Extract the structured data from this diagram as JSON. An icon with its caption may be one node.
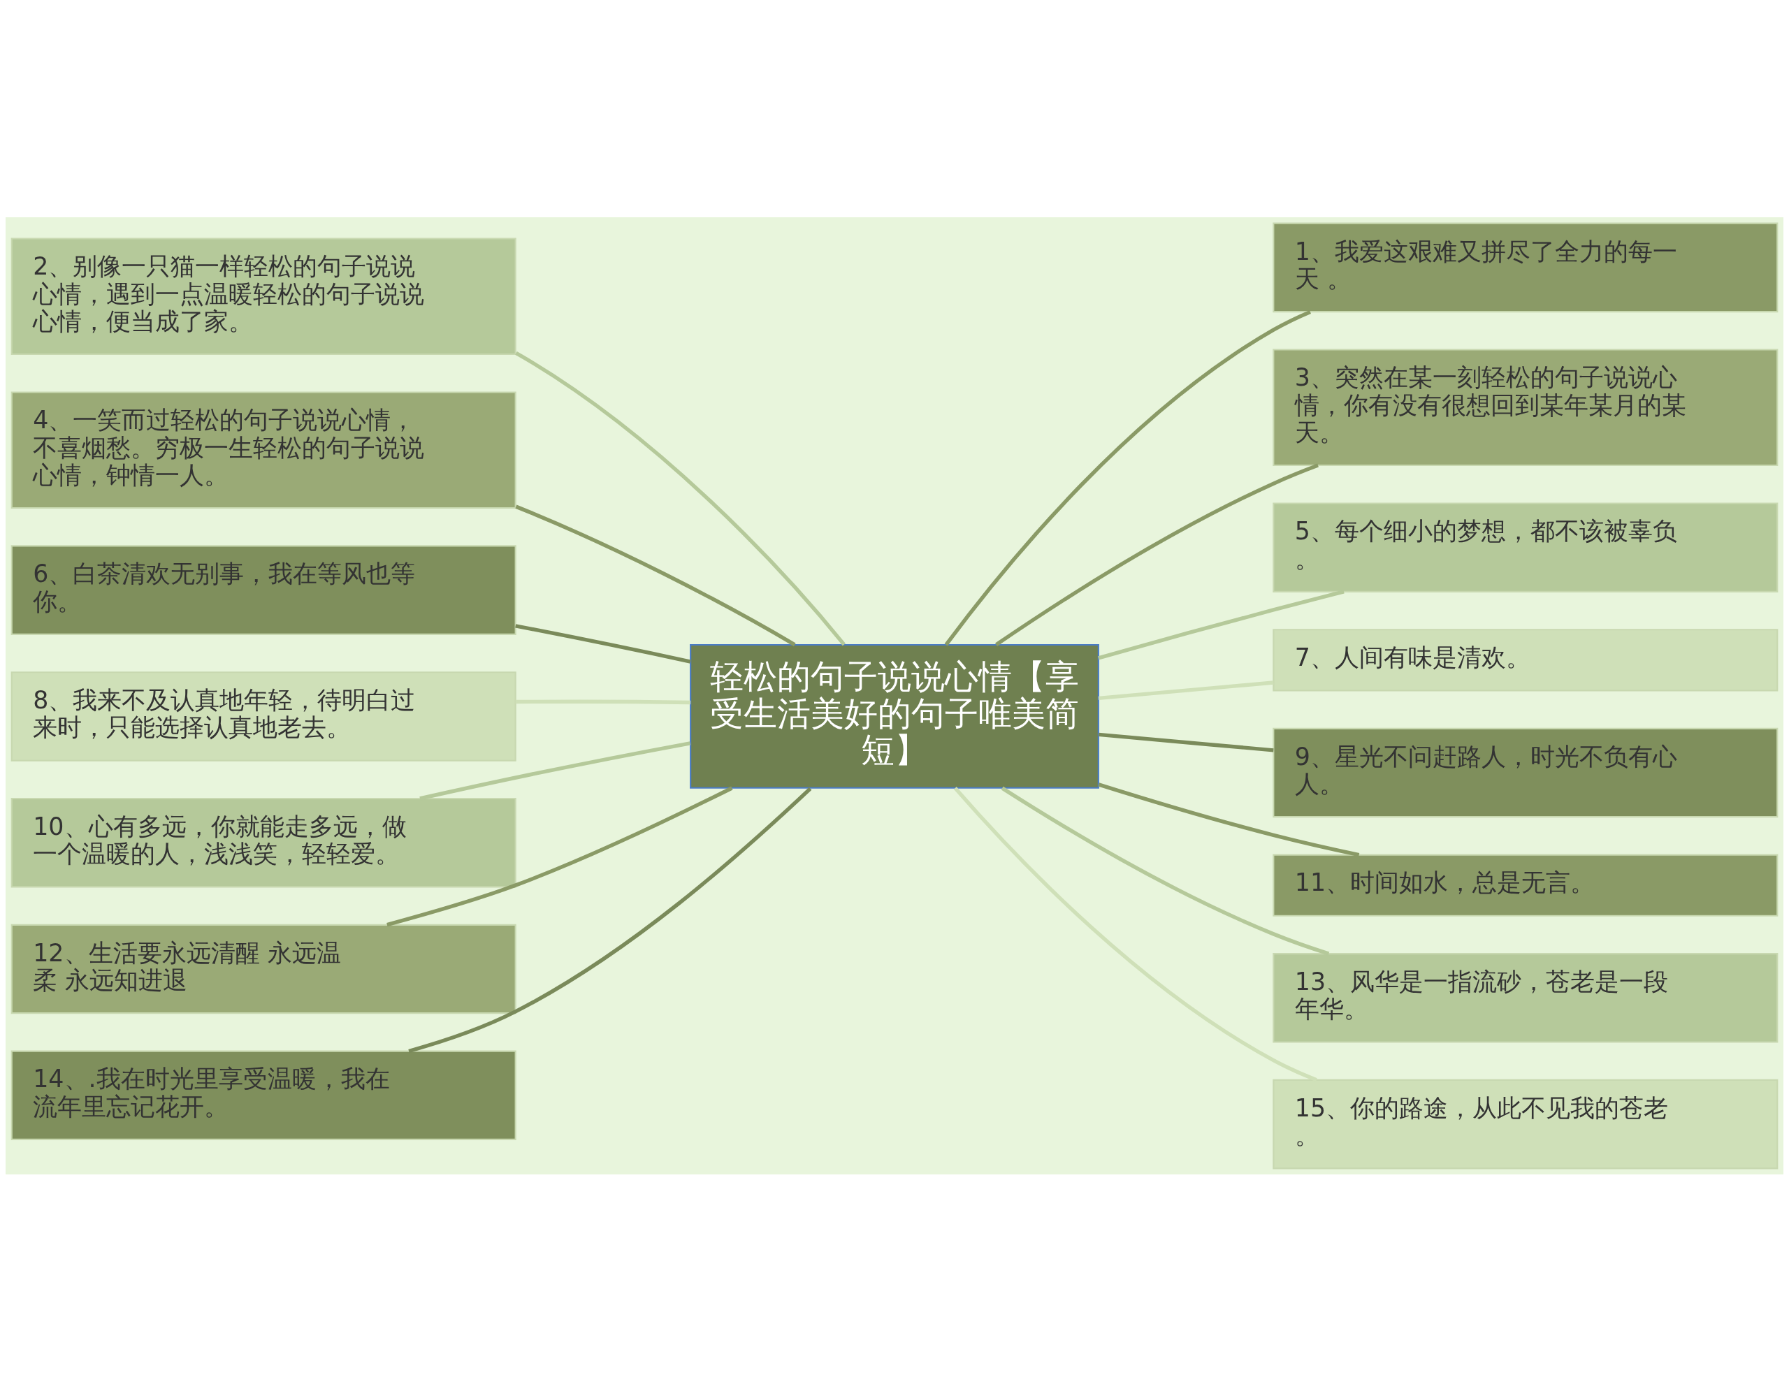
{
  "diagram": {
    "nodes": [
      {
        "text": [
          "轻松的句子说说心情【享受生活美好的句子唯美简短】"
        ]
      },
      {
        "text": [
          "1、我爱这艰难又拼尽了全力的每一天 。"
        ]
      },
      {
        "text": [
          "2、别像一只猫一样轻松的句子说说心情，遇到一点温暖轻松的句子说说心情，便当成了家。"
        ]
      },
      {
        "text": [
          "3、突然在某一刻轻松的句子说说心情，你有没有很想回到某年某月的某天。"
        ]
      },
      {
        "text": [
          "4、一笑而过轻松的句子说说心情，不喜烟愁。穷极一生轻松的句子说说心情，钟情一人。"
        ]
      },
      {
        "text": [
          "5、每个细小的梦想，都不该被辜负。"
        ]
      },
      {
        "text": [
          "6、白茶清欢无别事，我在等风也等你。"
        ]
      },
      {
        "text": [
          "7、人间有味是清欢。"
        ]
      },
      {
        "text": [
          "8、我来不及认真地年轻，待明白过来时，只能选择认真地老去。"
        ]
      },
      {
        "text": [
          "9、星光不问赶路人，时光不负有心人。"
        ]
      },
      {
        "text": [
          "10、心有多远，你就能走多远，做一个温暖的人，浅浅笑，轻轻爱。"
        ]
      },
      {
        "text": [
          "11、时间如水，总是无言。"
        ]
      },
      {
        "text": [
          "12、生活要永远清醒 永远温柔 永远知进退"
        ]
      },
      {
        "text": [
          "13、风华是一指流砂，苍老是一段年华。"
        ]
      },
      {
        "text": [
          "14、.我在时光里享受温暖，我在流年里忘记花开。"
        ]
      },
      {
        "text": [
          "15、你的路途，从此不见我的苍老。"
        ]
      }
    ],
    "edges": [
      {
        "from": 0,
        "to": 1,
        "arrow": "none",
        "color": "#8a9a66"
      },
      {
        "from": 0,
        "to": 2,
        "arrow": "none",
        "color": "#b5c99a"
      },
      {
        "from": 0,
        "to": 3,
        "arrow": "none",
        "color": "#8a9a66"
      },
      {
        "from": 0,
        "to": 4,
        "arrow": "none",
        "color": "#8a9a66"
      },
      {
        "from": 0,
        "to": 5,
        "arrow": "none",
        "color": "#b5c99a"
      },
      {
        "from": 0,
        "to": 6,
        "arrow": "none",
        "color": "#7a8a5a"
      },
      {
        "from": 0,
        "to": 7,
        "arrow": "none",
        "color": "#cfe0b8"
      },
      {
        "from": 0,
        "to": 8,
        "arrow": "none",
        "color": "#cfe0b8"
      },
      {
        "from": 0,
        "to": 9,
        "arrow": "none",
        "color": "#7a8a5a"
      },
      {
        "from": 0,
        "to": 10,
        "arrow": "none",
        "color": "#b5c99a"
      },
      {
        "from": 0,
        "to": 11,
        "arrow": "none",
        "color": "#8a9a66"
      },
      {
        "from": 0,
        "to": 12,
        "arrow": "none",
        "color": "#8a9a66"
      },
      {
        "from": 0,
        "to": 13,
        "arrow": "none",
        "color": "#b5c99a"
      },
      {
        "from": 0,
        "to": 14,
        "arrow": "none",
        "color": "#7a8a5a"
      },
      {
        "from": 0,
        "to": 15,
        "arrow": "none",
        "color": "#cfe0b8"
      }
    ]
  }
}
